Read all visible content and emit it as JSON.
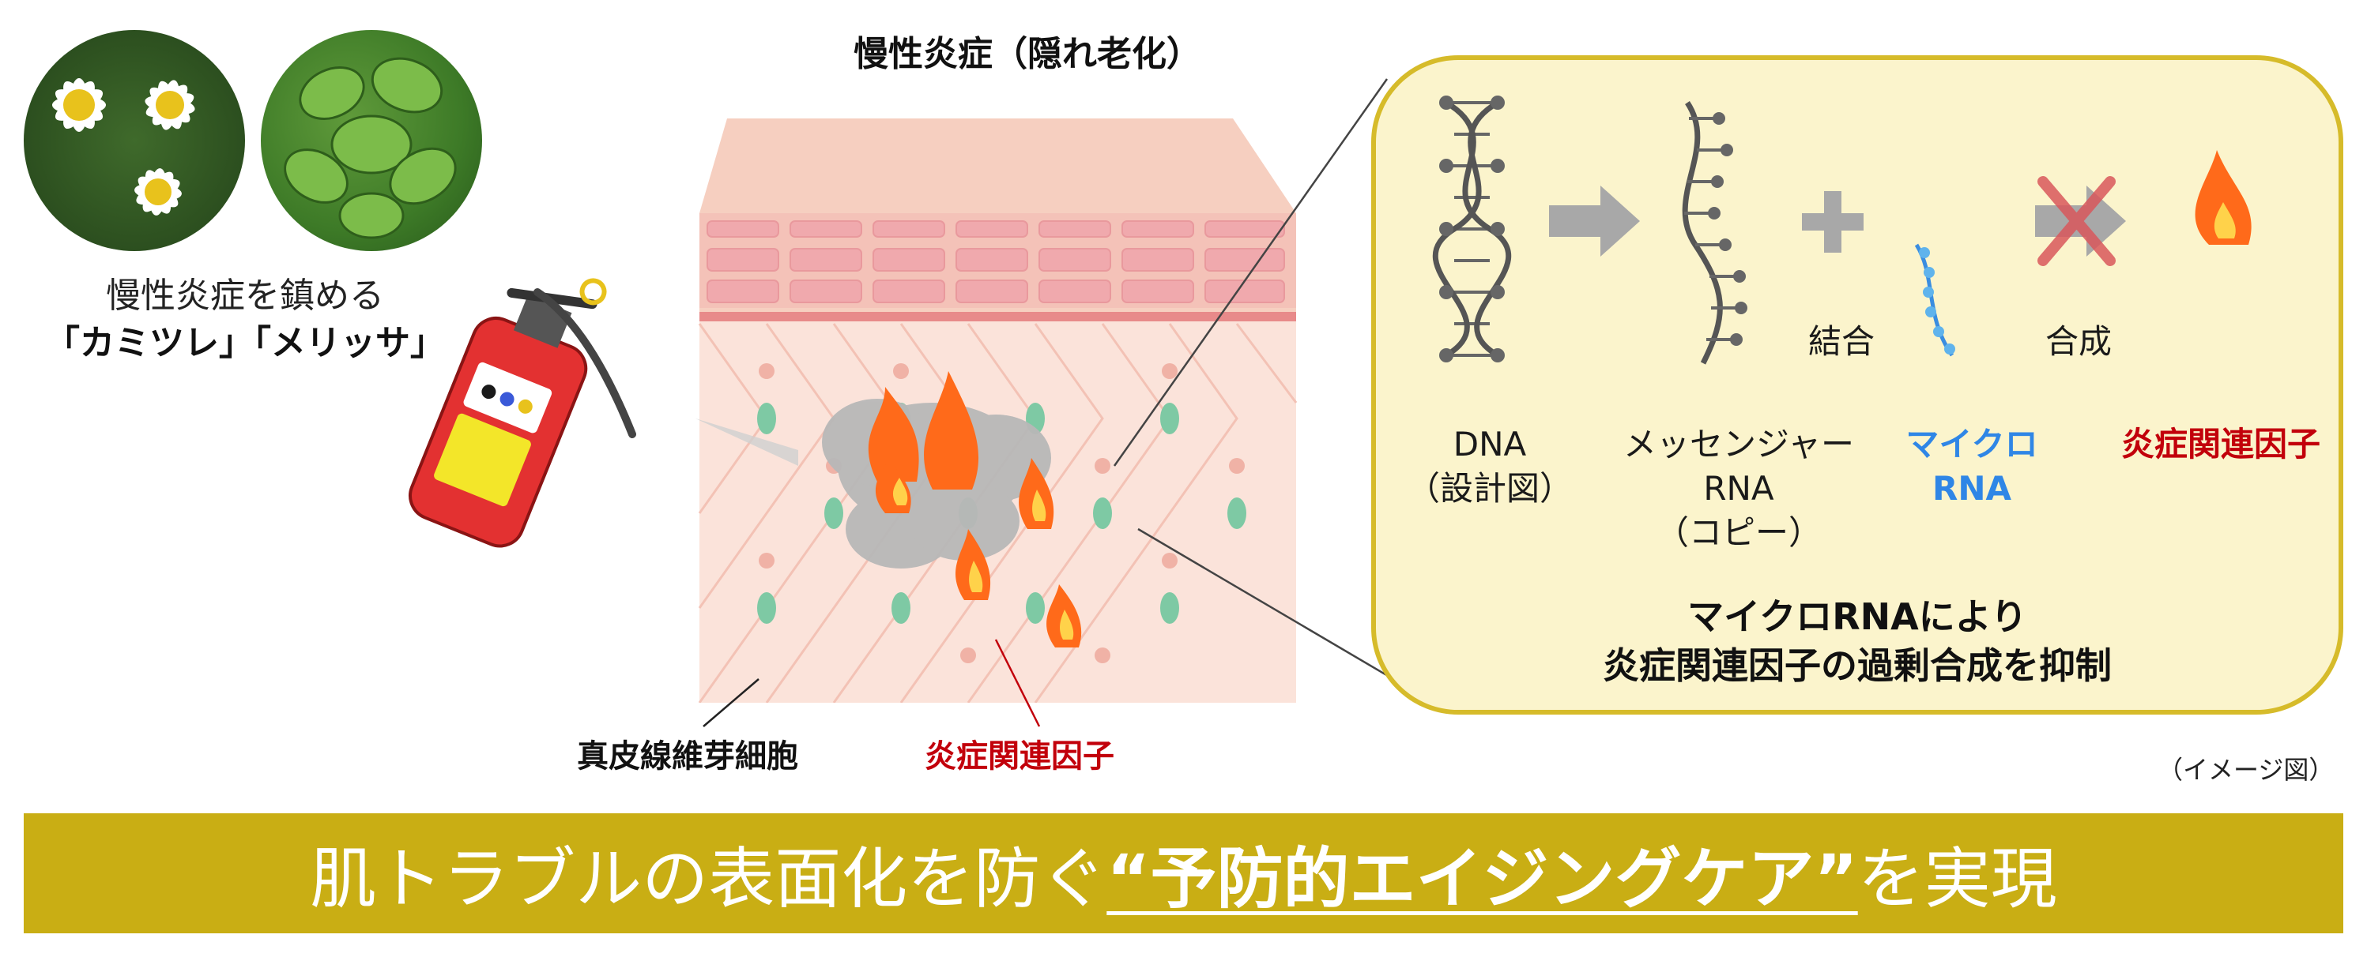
{
  "title": "慢性炎症（隠れ老化）",
  "herbs": {
    "caption_line1": "慢性炎症を鎮める",
    "caption_line2": "「カミツレ」「メリッサ」"
  },
  "labels": {
    "fibroblast": "真皮線維芽細胞",
    "inflammatory_factor": "炎症関連因子"
  },
  "panel": {
    "dna": "DNA",
    "dna_sub": "（設計図）",
    "mrna_line1": "メッセンジャー",
    "mrna_line2": "RNA",
    "mrna_sub": "（コピー）",
    "bind": "結合",
    "microrna_line1": "マイクロ",
    "microrna_line2": "RNA",
    "synthesis": "合成",
    "factor": "炎症関連因子",
    "summary_line1": "マイクロRNAにより",
    "summary_line2": "炎症関連因子の過剰合成を抑制"
  },
  "note": "（イメージ図）",
  "banner": {
    "pre": "肌トラブルの表面化を防ぐ",
    "emphasis": "“予防的エイジングケア”",
    "post": "を実現"
  },
  "colors": {
    "banner": "#c9ae14",
    "panel_bg": "#fbf4cc",
    "panel_border": "#d6bb2a",
    "red_text": "#c2000b",
    "blue_text": "#2f86e6"
  }
}
